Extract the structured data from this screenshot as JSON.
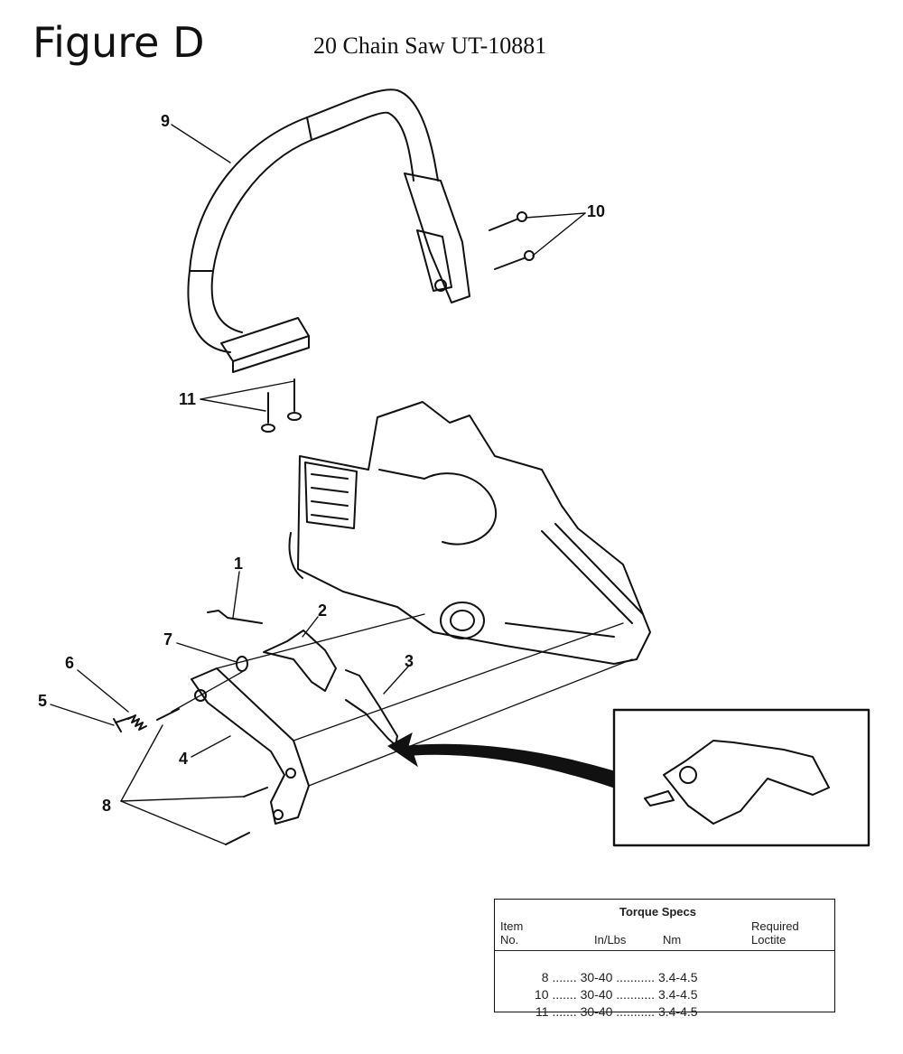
{
  "header": {
    "title": "Figure D",
    "subtitle": "20 Chain Saw UT-10881"
  },
  "callouts": [
    "1",
    "2",
    "3",
    "4",
    "5",
    "6",
    "7",
    "8",
    "9",
    "10",
    "11"
  ],
  "torque_table": {
    "title": "Torque Specs",
    "col_item_line1": "Item",
    "col_item_line2": "No.",
    "col_inlbs": "In/Lbs",
    "col_nm": "Nm",
    "col_loctite_line1": "Required",
    "col_loctite_line2": "Loctite",
    "rows": [
      {
        "item": "8",
        "inlbs": "30-40",
        "nm": "3.4-4.5"
      },
      {
        "item": "10",
        "inlbs": "30-40",
        "nm": "3.4-4.5"
      },
      {
        "item": "11",
        "inlbs": "30-40",
        "nm": "3.4-4.5"
      }
    ]
  }
}
